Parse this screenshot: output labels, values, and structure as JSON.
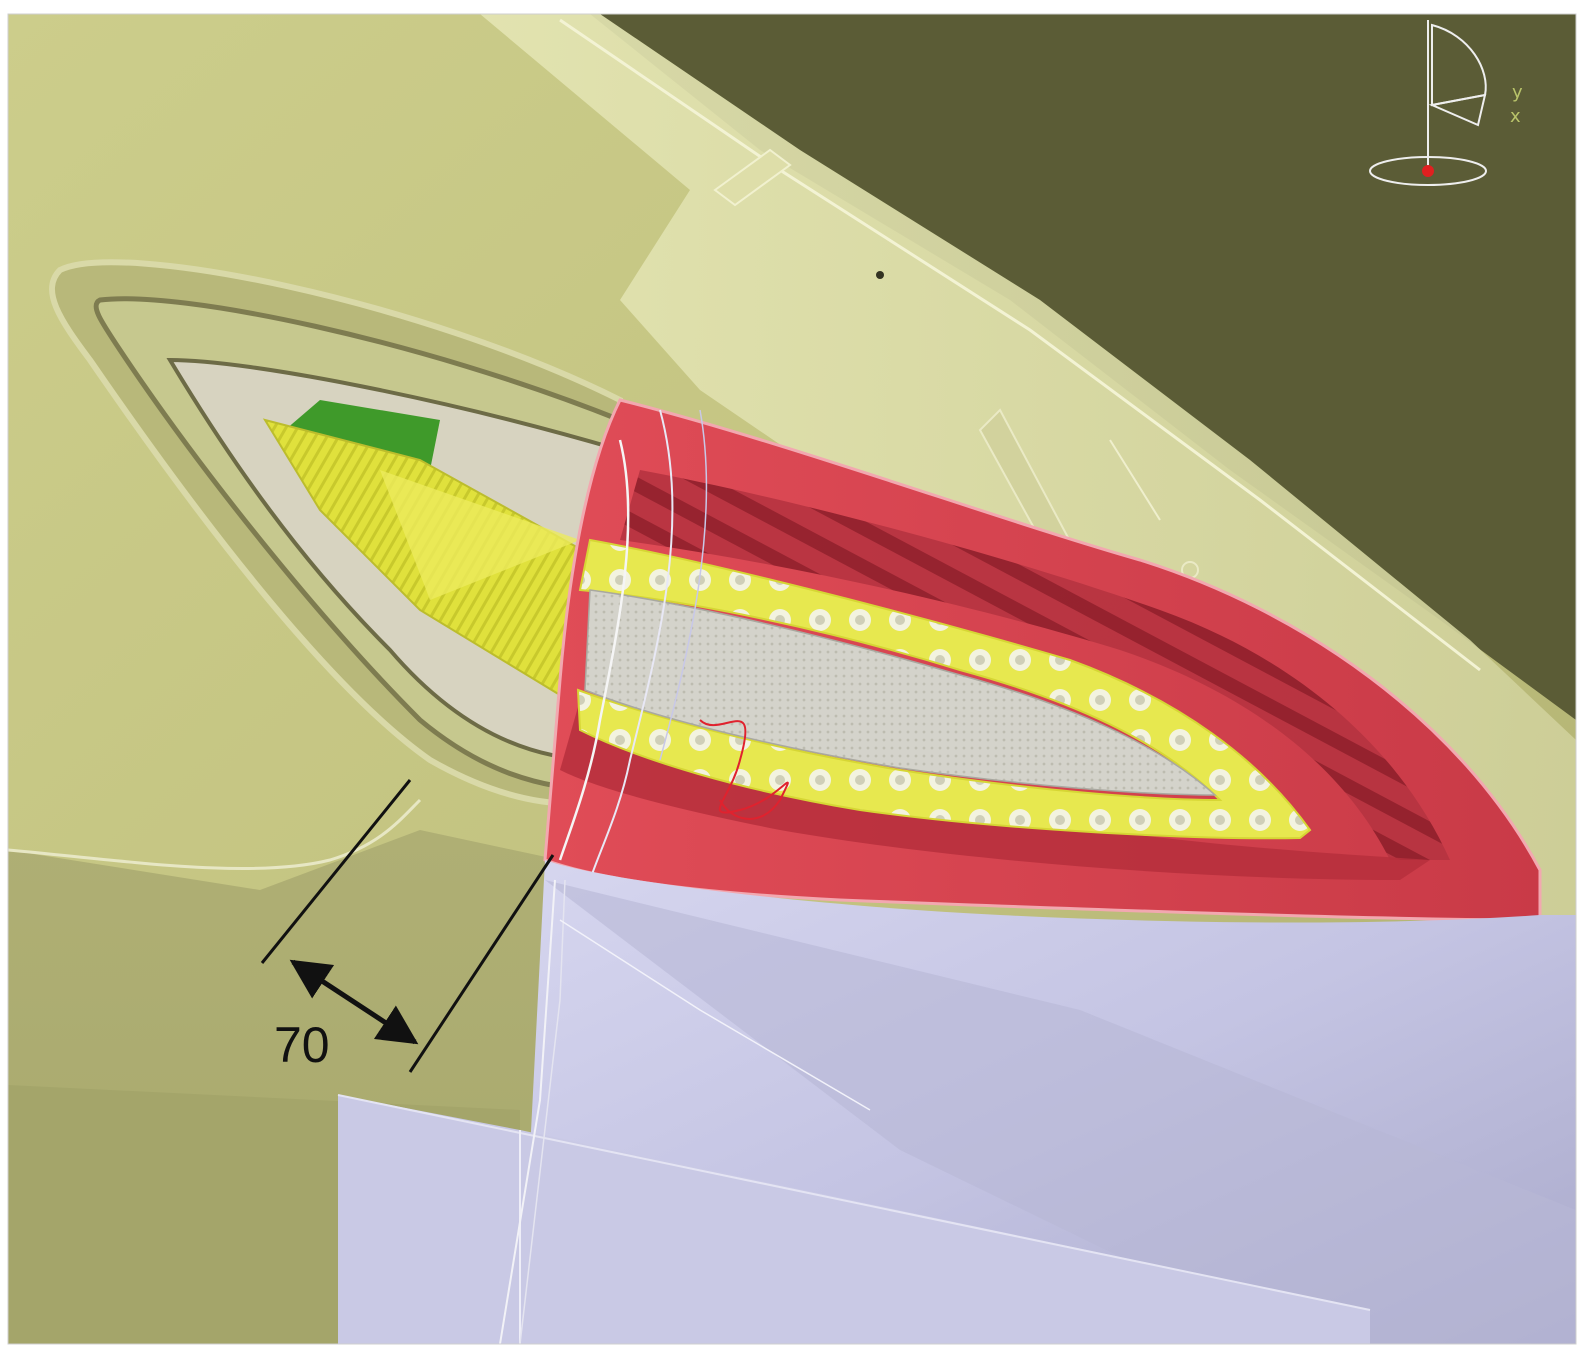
{
  "viewport": {
    "background_color": "#ffffff",
    "sky_color": "#5b5c36"
  },
  "dimension": {
    "value": "70"
  },
  "compass": {
    "axis_y": "y",
    "axis_x": "x",
    "icon": "compass-icon"
  },
  "colors": {
    "body_panel": "#c5c585",
    "body_panel_shadow": "#a9aa6c",
    "lamp_red": "#d8414d",
    "lamp_red_dark": "#a32431",
    "led_yellow": "#e8e94a",
    "reflector_grey": "#d5d2c2",
    "bumper_blue": "#c8c8e6",
    "bumper_blue_dark": "#a9a9cc",
    "green_part": "#3f9a2a",
    "dimension_line": "#111111"
  }
}
